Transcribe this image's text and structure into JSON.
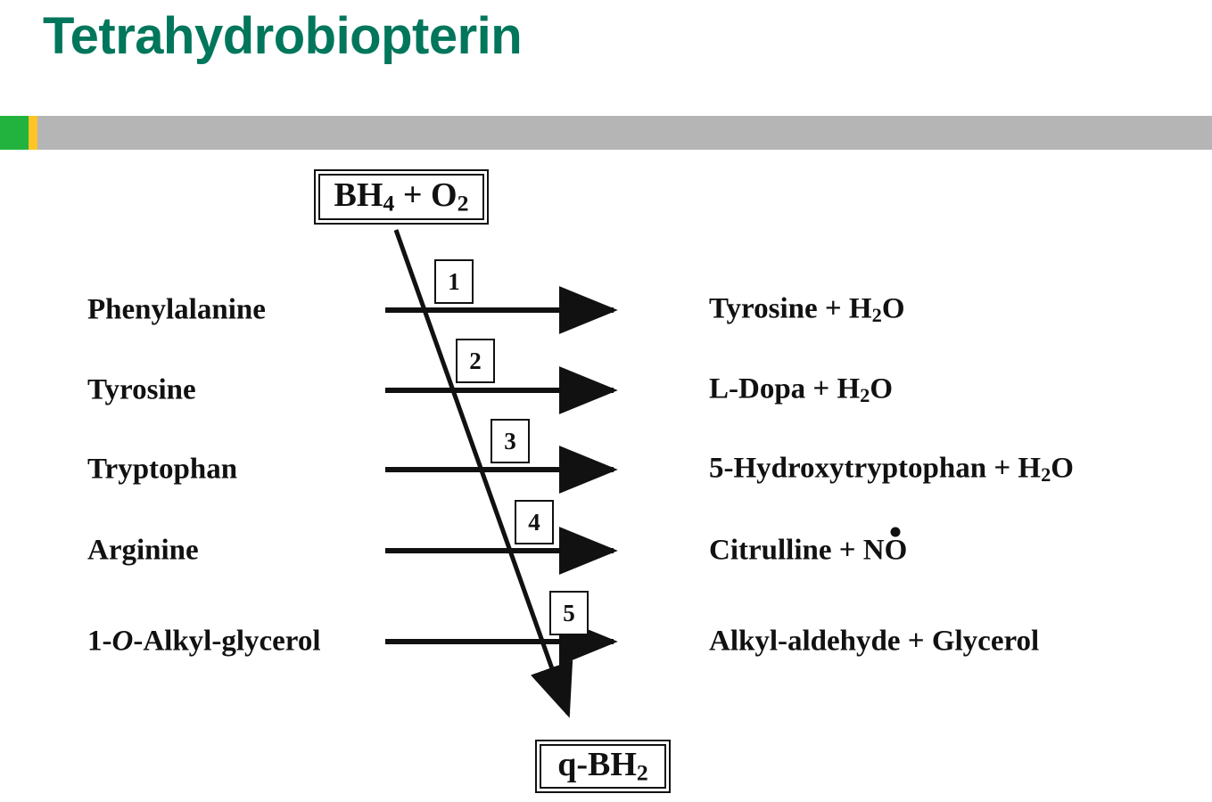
{
  "slide": {
    "title": "Tetrahydrobiopterin",
    "title_color": "#00765B",
    "accent_bar": {
      "green": "#22b33e",
      "yellow": "#ffc425",
      "gray": "#b5b5b5"
    }
  },
  "diagram": {
    "cofactor_in": {
      "label": "BH4 + O2",
      "base": "BH",
      "sub1": "4",
      "mid": " + O",
      "sub2": "2"
    },
    "cofactor_out": {
      "label": "q-BH2",
      "base": "q-BH",
      "sub": "2"
    },
    "reactions": [
      {
        "number": "1",
        "substrate": "Phenylalanine",
        "product_main": "Tyrosine + H",
        "product_sub": "2",
        "product_tail": "O",
        "product_full": "Tyrosine + H2O"
      },
      {
        "number": "2",
        "substrate": "Tyrosine",
        "product_main": "L-Dopa + H",
        "product_sub": "2",
        "product_tail": "O",
        "product_full": "L-Dopa + H2O"
      },
      {
        "number": "3",
        "substrate": "Tryptophan",
        "product_main": "5-Hydroxytryptophan + H",
        "product_sub": "2",
        "product_tail": "O",
        "product_full": "5-Hydroxytryptophan + H2O"
      },
      {
        "number": "4",
        "substrate": "Arginine",
        "product_main": "Citrulline + N",
        "product_sub": "",
        "product_tail": "O",
        "product_full": "Citrulline + NO(radical)"
      },
      {
        "number": "5",
        "substrate_prefix": "1-",
        "substrate_italic": "O",
        "substrate_suffix": "-Alkyl-glycerol",
        "substrate": "1-O-Alkyl-glycerol",
        "product_main": "Alkyl-aldehyde + Glycerol",
        "product_sub": "",
        "product_tail": "",
        "product_full": "Alkyl-aldehyde + Glycerol"
      }
    ]
  }
}
